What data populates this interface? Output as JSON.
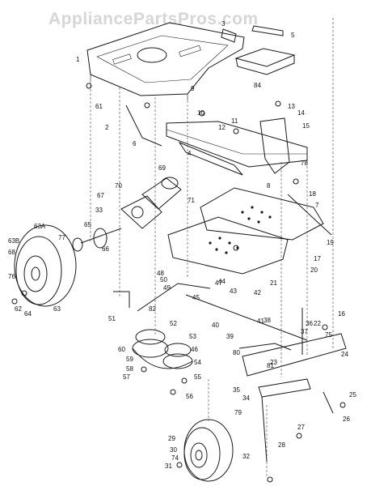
{
  "watermark": "AppliancePartsPros.com",
  "callouts": [
    "1",
    "2",
    "3",
    "4",
    "5",
    "6",
    "7",
    "8",
    "9",
    "10",
    "11",
    "12",
    "13",
    "14",
    "15",
    "16",
    "17",
    "18",
    "19",
    "20",
    "21",
    "22",
    "23",
    "24",
    "25",
    "26",
    "27",
    "28",
    "29",
    "30",
    "31",
    "32",
    "33",
    "34",
    "35",
    "36",
    "37",
    "38",
    "39",
    "40",
    "41",
    "42",
    "43",
    "44",
    "45",
    "46",
    "47",
    "48",
    "49",
    "50",
    "51",
    "52",
    "53",
    "54",
    "55",
    "56",
    "57",
    "58",
    "59",
    "60",
    "61",
    "62",
    "63",
    "63A",
    "63B",
    "64",
    "65",
    "66",
    "67",
    "68",
    "69",
    "70",
    "71",
    "74",
    "75",
    "76",
    "77",
    "78",
    "79",
    "80",
    "81",
    "82",
    "84"
  ]
}
